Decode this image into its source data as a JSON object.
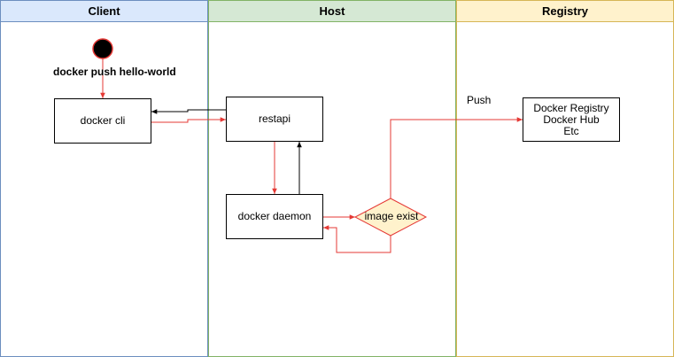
{
  "lanes": {
    "client": "Client",
    "host": "Host",
    "registry": "Registry"
  },
  "nodes": {
    "start": "docker push hello-world",
    "docker_cli": "docker cli",
    "restapi": "restapi",
    "docker_daemon": "docker daemon",
    "decision": "image exist",
    "registry_box": "Docker Registry\nDocker Hub\nEtc"
  },
  "edges": {
    "push": "Push"
  },
  "colors": {
    "flow": "#e53935",
    "response": "#000000",
    "decision_fill": "#fff2cc",
    "client_header": "#dae8fc",
    "host_header": "#d5e8d4",
    "registry_header": "#fff2cc"
  }
}
